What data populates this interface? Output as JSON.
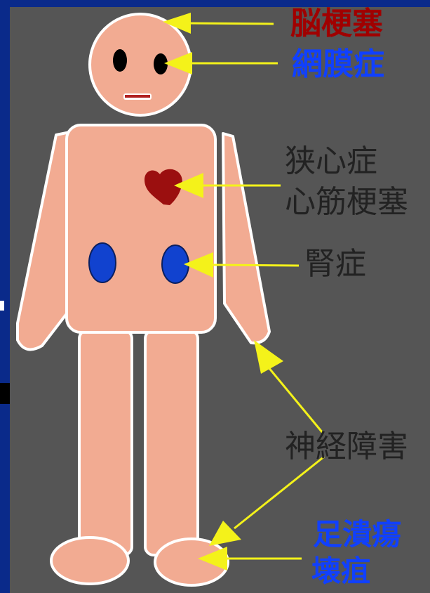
{
  "labels": {
    "brain_infarction": "脳梗塞",
    "retinopathy": "網膜症",
    "angina": "狭心症",
    "myocardial_infarction": "心筋梗塞",
    "nephropathy": "腎症",
    "neuropathy": "神経障害",
    "foot_ulcer": "足潰瘍",
    "gangrene": "壊疽"
  },
  "colors": {
    "red_label": "#a00000",
    "blue_label": "#1040ff",
    "dark_label": "#222222",
    "skin": "#f2ab92",
    "arrow": "#f4f21a",
    "heart": "#9b0f0f",
    "kidney": "#1142cf",
    "background": "#555555",
    "frame": "#0a2a8a"
  }
}
